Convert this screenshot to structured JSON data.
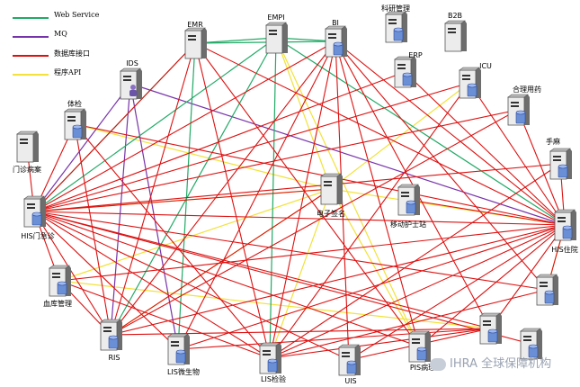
{
  "legend": [
    {
      "label": "Web Service",
      "color": "#22aa66"
    },
    {
      "label": "MQ",
      "color": "#7733aa"
    },
    {
      "label": "数据库接口",
      "color": "#dd1111"
    },
    {
      "label": "程序API",
      "color": "#f2e23a"
    }
  ],
  "nodes": [
    {
      "id": "emr",
      "label": "EMR",
      "shape": "server"
    },
    {
      "id": "empi",
      "label": "EMPI",
      "shape": "server"
    },
    {
      "id": "bi",
      "label": "BI",
      "shape": "server-db"
    },
    {
      "id": "kygl",
      "label": "科研管理",
      "shape": "server-db"
    },
    {
      "id": "b2b",
      "label": "B2B",
      "shape": "server"
    },
    {
      "id": "erp",
      "label": "ERP",
      "shape": "server-db"
    },
    {
      "id": "icu",
      "label": "ICU",
      "shape": "server-db"
    },
    {
      "id": "hlyy",
      "label": "合理用药",
      "shape": "server-db"
    },
    {
      "id": "ss",
      "label": "手麻",
      "shape": "server-db"
    },
    {
      "id": "ids",
      "label": "IDS",
      "shape": "server-user"
    },
    {
      "id": "tj",
      "label": "体检",
      "shape": "server-db"
    },
    {
      "id": "mzbs",
      "label": "门诊病案",
      "shape": "server"
    },
    {
      "id": "hismz",
      "label": "HIS门急诊",
      "shape": "server-db"
    },
    {
      "id": "dzqm",
      "label": "电子签名",
      "shape": "server"
    },
    {
      "id": "ydhs",
      "label": "移动护士站",
      "shape": "server-db"
    },
    {
      "id": "hiszy",
      "label": "HIS住院",
      "shape": "server-db"
    },
    {
      "id": "xkgl",
      "label": "血库管理",
      "shape": "server-db"
    },
    {
      "id": "ris",
      "label": "RIS",
      "shape": "server-db"
    },
    {
      "id": "liswsw",
      "label": "LIS微生物",
      "shape": "server-db"
    },
    {
      "id": "lisjy",
      "label": "LIS检验",
      "shape": "server-db"
    },
    {
      "id": "uis",
      "label": "UIS",
      "shape": "server-db"
    },
    {
      "id": "pis",
      "label": "PIS病理",
      "shape": "server-db"
    },
    {
      "id": "br1",
      "label": "",
      "shape": "server-db"
    },
    {
      "id": "br2",
      "label": "",
      "shape": "server-db"
    },
    {
      "id": "br3",
      "label": "",
      "shape": "server-db"
    }
  ],
  "edges": [
    {
      "from": "emr",
      "to": "empi",
      "type": 0
    },
    {
      "from": "emr",
      "to": "bi",
      "type": 0
    },
    {
      "from": "empi",
      "to": "hismz",
      "type": 0
    },
    {
      "from": "empi",
      "to": "ris",
      "type": 0
    },
    {
      "from": "empi",
      "to": "lisjy",
      "type": 0
    },
    {
      "from": "empi",
      "to": "hiszy",
      "type": 0
    },
    {
      "from": "emr",
      "to": "hismz",
      "type": 0
    },
    {
      "from": "emr",
      "to": "liswsw",
      "type": 0
    },
    {
      "from": "bi",
      "to": "empi",
      "type": 0
    },
    {
      "from": "ids",
      "to": "ris",
      "type": 1
    },
    {
      "from": "ids",
      "to": "liswsw",
      "type": 1
    },
    {
      "from": "ids",
      "to": "hiszy",
      "type": 1
    },
    {
      "from": "ids",
      "to": "hismz",
      "type": 1
    },
    {
      "from": "emr",
      "to": "hismz",
      "type": 2
    },
    {
      "from": "emr",
      "to": "hiszy",
      "type": 2
    },
    {
      "from": "emr",
      "to": "lisjy",
      "type": 2
    },
    {
      "from": "emr",
      "to": "ris",
      "type": 2
    },
    {
      "from": "emr",
      "to": "pis",
      "type": 2
    },
    {
      "from": "bi",
      "to": "hismz",
      "type": 2
    },
    {
      "from": "bi",
      "to": "hiszy",
      "type": 2
    },
    {
      "from": "bi",
      "to": "ris",
      "type": 2
    },
    {
      "from": "bi",
      "to": "lisjy",
      "type": 2
    },
    {
      "from": "bi",
      "to": "liswsw",
      "type": 2
    },
    {
      "from": "bi",
      "to": "pis",
      "type": 2
    },
    {
      "from": "bi",
      "to": "uis",
      "type": 2
    },
    {
      "from": "bi",
      "to": "br1",
      "type": 2
    },
    {
      "from": "bi",
      "to": "br2",
      "type": 2
    },
    {
      "from": "erp",
      "to": "hismz",
      "type": 2
    },
    {
      "from": "erp",
      "to": "hiszy",
      "type": 2
    },
    {
      "from": "icu",
      "to": "hismz",
      "type": 2
    },
    {
      "from": "icu",
      "to": "hiszy",
      "type": 2
    },
    {
      "from": "icu",
      "to": "lisjy",
      "type": 2
    },
    {
      "from": "hlyy",
      "to": "hismz",
      "type": 2
    },
    {
      "from": "hlyy",
      "to": "hiszy",
      "type": 2
    },
    {
      "from": "hlyy",
      "to": "ris",
      "type": 2
    },
    {
      "from": "ss",
      "to": "hismz",
      "type": 2
    },
    {
      "from": "ss",
      "to": "hiszy",
      "type": 2
    },
    {
      "from": "ss",
      "to": "lisjy",
      "type": 2
    },
    {
      "from": "tj",
      "to": "hismz",
      "type": 2
    },
    {
      "from": "tj",
      "to": "ris",
      "type": 2
    },
    {
      "from": "tj",
      "to": "lisjy",
      "type": 2
    },
    {
      "from": "tj",
      "to": "hiszy",
      "type": 2
    },
    {
      "from": "mzbs",
      "to": "hismz",
      "type": 2
    },
    {
      "from": "hismz",
      "to": "hiszy",
      "type": 2
    },
    {
      "from": "hismz",
      "to": "ris",
      "type": 2
    },
    {
      "from": "hismz",
      "to": "liswsw",
      "type": 2
    },
    {
      "from": "hismz",
      "to": "lisjy",
      "type": 2
    },
    {
      "from": "hismz",
      "to": "uis",
      "type": 2
    },
    {
      "from": "hismz",
      "to": "pis",
      "type": 2
    },
    {
      "from": "hismz",
      "to": "br1",
      "type": 2
    },
    {
      "from": "hismz",
      "to": "br2",
      "type": 2
    },
    {
      "from": "hismz",
      "to": "br3",
      "type": 2
    },
    {
      "from": "hismz",
      "to": "xkgl",
      "type": 2
    },
    {
      "from": "hiszy",
      "to": "ris",
      "type": 2
    },
    {
      "from": "hiszy",
      "to": "liswsw",
      "type": 2
    },
    {
      "from": "hiszy",
      "to": "lisjy",
      "type": 2
    },
    {
      "from": "hiszy",
      "to": "uis",
      "type": 2
    },
    {
      "from": "hiszy",
      "to": "pis",
      "type": 2
    },
    {
      "from": "hiszy",
      "to": "xkgl",
      "type": 2
    },
    {
      "from": "hiszy",
      "to": "br1",
      "type": 2
    },
    {
      "from": "hiszy",
      "to": "br2",
      "type": 2
    },
    {
      "from": "xkgl",
      "to": "lisjy",
      "type": 2
    },
    {
      "from": "xkgl",
      "to": "ris",
      "type": 2
    },
    {
      "from": "ris",
      "to": "br1",
      "type": 2
    },
    {
      "from": "lisjy",
      "to": "br1",
      "type": 2
    },
    {
      "from": "lisjy",
      "to": "br2",
      "type": 2
    },
    {
      "from": "liswsw",
      "to": "br1",
      "type": 2
    },
    {
      "from": "uis",
      "to": "br1",
      "type": 2
    },
    {
      "from": "dzqm",
      "to": "hismz",
      "type": 2
    },
    {
      "from": "dzqm",
      "to": "ris",
      "type": 2
    },
    {
      "from": "ydhs",
      "to": "hiszy",
      "type": 2
    },
    {
      "from": "empi",
      "to": "pis",
      "type": 3
    },
    {
      "from": "empi",
      "to": "dzqm",
      "type": 3
    },
    {
      "from": "dzqm",
      "to": "lisjy",
      "type": 3
    },
    {
      "from": "dzqm",
      "to": "pis",
      "type": 3
    },
    {
      "from": "dzqm",
      "to": "hiszy",
      "type": 3
    },
    {
      "from": "hismz",
      "to": "dzqm",
      "type": 3
    },
    {
      "from": "tj",
      "to": "dzqm",
      "type": 3
    },
    {
      "from": "xkgl",
      "to": "dzqm",
      "type": 3
    },
    {
      "from": "ris",
      "to": "dzqm",
      "type": 3
    },
    {
      "from": "hiszy",
      "to": "br2",
      "type": 3
    },
    {
      "from": "icu",
      "to": "dzqm",
      "type": 3
    },
    {
      "from": "xkgl",
      "to": "br1",
      "type": 3
    }
  ],
  "watermark": "IHRA 全球保障机构"
}
